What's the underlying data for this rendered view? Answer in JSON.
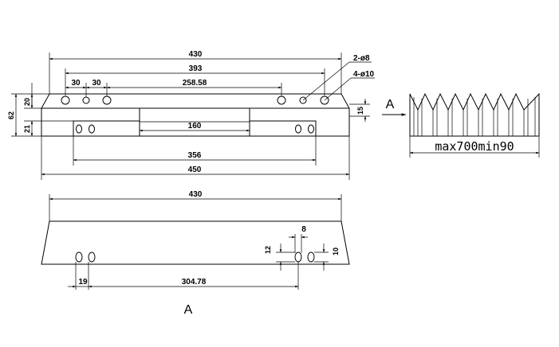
{
  "top_view": {
    "dims": {
      "total_top": "430",
      "hole_span": "393",
      "pitch_a": "30",
      "pitch_b": "30",
      "center_span": "258.58",
      "slot": "160",
      "inner_span": "356",
      "total_bottom": "450",
      "height_total": "62",
      "height_upper": "20",
      "height_lower": "21",
      "side_depth": "15"
    },
    "callouts": {
      "small_holes": "2-ø8",
      "large_holes": "4-ø10"
    }
  },
  "section_view": {
    "label": "max700min90",
    "arrow_label": "A"
  },
  "front_view": {
    "dims": {
      "total_top": "430",
      "hole_gap": "19",
      "hole_span": "304.78",
      "slot_width": "8",
      "slot_height": "12",
      "hole_dia": "10"
    },
    "view_label": "A"
  }
}
